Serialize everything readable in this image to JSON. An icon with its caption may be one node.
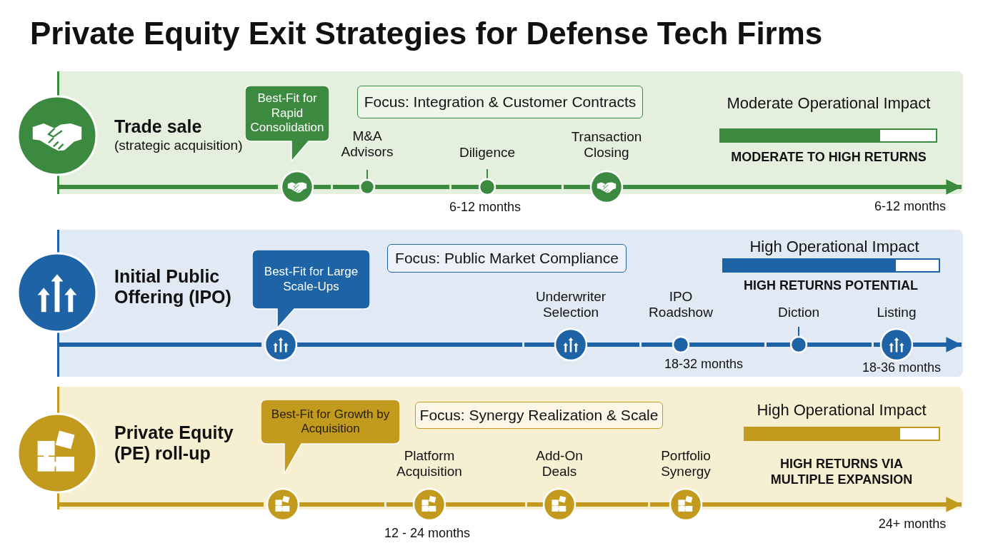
{
  "diagram": {
    "title": "Private Equity Exit Strategies for Defense Tech Firms",
    "nodes": [
      {
        "text": [
          "Trade sale",
          "(strategic acquisition)"
        ]
      },
      {
        "text": [
          "Best-Fit for Rapid Consolidation"
        ],
        "in": 0
      },
      {
        "text": [
          "Focus: Integration & Customer Contracts"
        ],
        "in": 0
      },
      {
        "text": [],
        "shape": "circle",
        "in": 0
      },
      {
        "text": [
          "M&A Advisors"
        ],
        "in": 0
      },
      {
        "text": [
          "Diligence"
        ],
        "in": 0,
        "beside": [
          "6-12 months"
        ]
      },
      {
        "text": [
          "Transaction Closing"
        ],
        "in": 0
      },
      {
        "text": [
          "Initial Public Offering (IPO)"
        ]
      },
      {
        "text": [
          "Best-Fit for Large Scale-Ups"
        ],
        "in": 7
      },
      {
        "text": [
          "Focus: Public Market Compliance"
        ],
        "in": 7
      },
      {
        "text": [],
        "shape": "circle",
        "in": 7
      },
      {
        "text": [
          "Underwriter Selection"
        ],
        "in": 7
      },
      {
        "text": [
          "IPO Roadshow"
        ],
        "in": 7,
        "beside": [
          "18-32 months"
        ]
      },
      {
        "text": [
          "Diction"
        ],
        "in": 7
      },
      {
        "text": [
          "Listing"
        ],
        "in": 7,
        "beside": [
          "18-36 months"
        ]
      },
      {
        "text": [
          "Private Equity (PE) roll-up"
        ]
      },
      {
        "text": [
          "Best-Fit for Growth by Acquisition"
        ],
        "in": 15
      },
      {
        "text": [
          "Focus: Synergy Realization & Scale"
        ],
        "in": 15
      },
      {
        "text": [],
        "shape": "circle",
        "in": 15
      },
      {
        "text": [
          "Platform Acquisition"
        ],
        "in": 15,
        "beside": [
          "12 - 24 months"
        ]
      },
      {
        "text": [
          "Add-On Deals"
        ],
        "in": 15
      },
      {
        "text": [
          "Portfolio Synergy"
        ],
        "in": 15
      }
    ],
    "edges": [
      {
        "from": null,
        "to": 3,
        "arrow": "none",
        "color": "#3b8a3f"
      },
      {
        "from": 3,
        "to": 4,
        "arrow": "none",
        "color": "#3b8a3f"
      },
      {
        "from": 4,
        "to": 5,
        "arrow": "none",
        "color": "#3b8a3f"
      },
      {
        "from": 5,
        "to": 6,
        "arrow": "none",
        "color": "#3b8a3f"
      },
      {
        "from": 6,
        "to": null,
        "arrow": "to",
        "color": "#3b8a3f"
      },
      {
        "from": null,
        "to": 10,
        "arrow": "none"
      },
      {
        "from": 10,
        "to": 11,
        "arrow": "none"
      },
      {
        "from": 11,
        "to": 12,
        "arrow": "none"
      },
      {
        "from": 12,
        "to": 13,
        "arrow": "none"
      },
      {
        "from": 13,
        "to": 14,
        "arrow": "none"
      },
      {
        "from": 14,
        "to": null,
        "arrow": "to"
      },
      {
        "from": null,
        "to": 18,
        "arrow": "none",
        "color": "#c29a1e"
      },
      {
        "from": 18,
        "to": 19,
        "arrow": "none",
        "color": "#c29a1e"
      },
      {
        "from": 19,
        "to": 20,
        "arrow": "none",
        "color": "#c29a1e"
      },
      {
        "from": 20,
        "to": 21,
        "arrow": "none",
        "color": "#c29a1e"
      },
      {
        "from": 21,
        "to": null,
        "arrow": "to",
        "color": "#c29a1e"
      }
    ],
    "labels": [
      "Moderate Operational Impact",
      "MODERATE TO HIGH RETURNS",
      "6-12 months",
      "High Operational Impact",
      "HIGH RETURNS POTENTIAL",
      "High Operational Impact",
      "HIGH RETURNS VIA MULTIPLE EXPANSION",
      "24+ months"
    ]
  }
}
